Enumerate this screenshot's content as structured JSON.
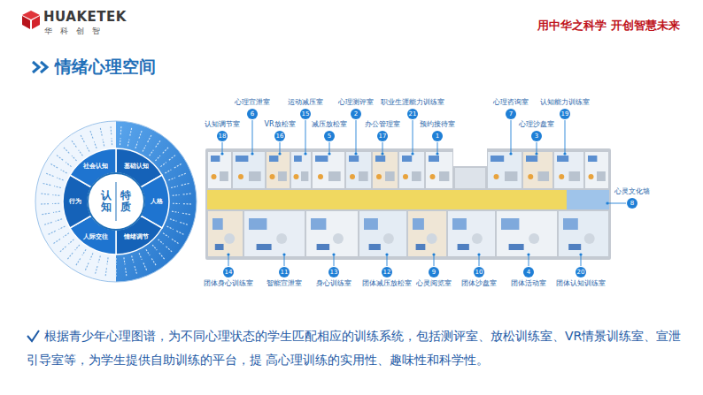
{
  "diagram": {
    "title": "情绪心理空间",
    "caption": "根据青少年心理图谱，为不同心理状态的学生匹配相应的训练系统，包括测评室、放松训练室、VR情景训练室、宣泄引导室等，为学生提供自助训练的平台，提 高心理训练的实用性、趣味性和科学性。",
    "nodes": [
      {
        "text": [
          "认知",
          "特质"
        ]
      },
      {
        "text": [
          "心理宣泄室",
          "6"
        ]
      },
      {
        "text": [
          "运动减压室",
          "15"
        ]
      },
      {
        "text": [
          "心理测评室",
          "2"
        ]
      },
      {
        "text": [
          "职业生涯能力训练室",
          "21"
        ]
      },
      {
        "text": [
          "心理咨询室",
          "7"
        ]
      },
      {
        "text": [
          "认知能力训练室",
          "19"
        ]
      },
      {
        "text": [
          "认知调节室",
          "18"
        ]
      },
      {
        "text": [
          "VR放松室",
          "16"
        ]
      },
      {
        "text": [
          "减压放松室",
          "5"
        ]
      },
      {
        "text": [
          "办公管理室",
          "17"
        ]
      },
      {
        "text": [
          "预约接待室",
          "1"
        ]
      },
      {
        "text": [
          "心理沙盘室",
          "3"
        ]
      },
      {
        "text": [
          "心灵文化墙",
          "8"
        ]
      },
      {
        "text": [
          "14",
          "团体身心训练室"
        ]
      },
      {
        "text": [
          "11",
          "智能宣泄室"
        ]
      },
      {
        "text": [
          "13",
          "身心训练室"
        ]
      },
      {
        "text": [
          "12",
          "团体减压放松室"
        ]
      },
      {
        "text": [
          "9",
          "心灵阅览室"
        ]
      },
      {
        "text": [
          "10",
          "团体沙盘室"
        ]
      },
      {
        "text": [
          "4",
          "团体活动室"
        ]
      },
      {
        "text": [
          "20",
          "团体认知训练室"
        ]
      }
    ],
    "labels": [
      "HUAKETEK",
      "华 科 创 智",
      "用中华之科学 开创智慧未来",
      "基础认知",
      "人格",
      "情绪调节",
      "人际交往",
      "行为",
      "社会认知"
    ]
  }
}
